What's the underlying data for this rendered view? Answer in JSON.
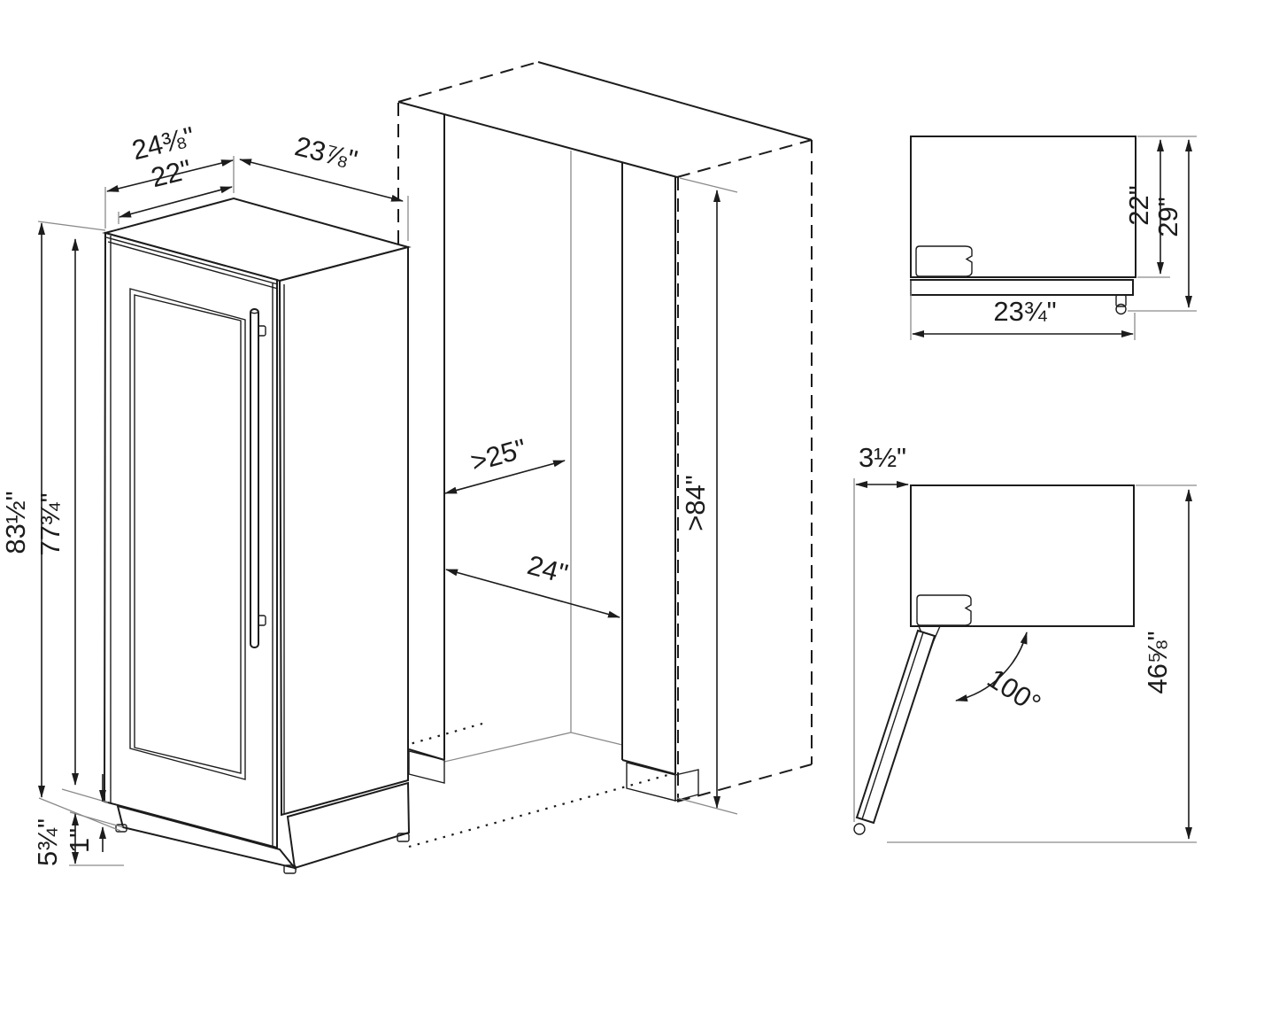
{
  "colors": {
    "line": "#1c1c1c",
    "extension_line": "#8a8a8a",
    "background": "#ffffff"
  },
  "labels": {
    "main": {
      "width_overall": "24⅜\"",
      "width_inner": "22\"",
      "depth": "23⅞\"",
      "height_overall": "83½\"",
      "height_door": "77¾\"",
      "plinth_height": "5¾\"",
      "foot_height": "1\""
    },
    "niche": {
      "depth_min": ">25\"",
      "width": "24\"",
      "height_min": ">84\""
    },
    "side_view": {
      "body_height": "22\"",
      "total_height": "29\"",
      "depth": "23¾\""
    },
    "door_swing_view": {
      "side_clearance": "3½\"",
      "swing_depth": "46⅝\"",
      "opening_angle": "100°"
    }
  }
}
